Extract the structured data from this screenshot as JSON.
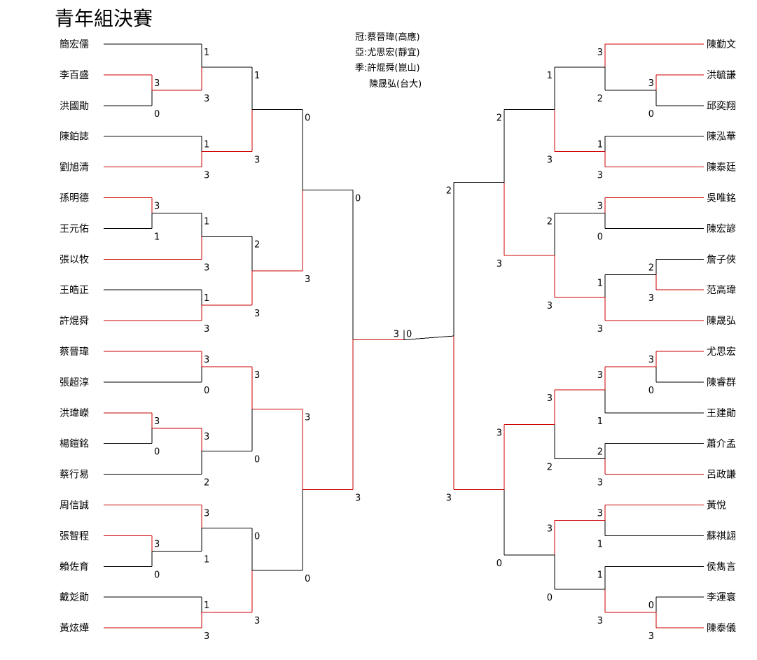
{
  "title": "青年組決賽",
  "results": [
    "冠:蔡晉瑋(高應)",
    "亞:尤思宏(靜宜)",
    "季:許焜舜(崑山)",
    "陳晟弘(台大)"
  ],
  "colors": {
    "winner_line": "#cc0000",
    "loser_line": "#000000"
  },
  "left_players": [
    "簡宏儒",
    "李百盛",
    "洪國勛",
    "陳鉑誌",
    "劉旭清",
    "孫明德",
    "王元佑",
    "張以牧",
    "王皓正",
    "許焜舜",
    "蔡晉瑋",
    "張超淳",
    "洪瑋嶸",
    "楊鎧銘",
    "蔡行易",
    "周信誠",
    "張智程",
    "賴佐育",
    "戴彣勛",
    "黃炫燁"
  ],
  "right_players": [
    "陳勤文",
    "洪毓謙",
    "邱奕翔",
    "陳泓華",
    "陳泰廷",
    "吳唯銘",
    "陳宏諺",
    "詹子俠",
    "范高瑋",
    "陳晟弘",
    "尤思宏",
    "陳睿群",
    "王建勛",
    "蕭介孟",
    "呂政謙",
    "黃悅",
    "蘇祺翃",
    "侯雋言",
    "李運寰",
    "陳泰儀"
  ],
  "left_pre_scores": [
    [
      "3",
      "0"
    ],
    [
      "3",
      "1"
    ],
    [
      "3",
      "0"
    ],
    [
      "3",
      "0"
    ]
  ],
  "left_r1_scores": [
    [
      "1",
      "3"
    ],
    [
      "1",
      "3"
    ],
    [
      "1",
      "3"
    ],
    [
      "1",
      "3"
    ],
    [
      "3",
      "0"
    ],
    [
      "3",
      "2"
    ],
    [
      "3",
      "1"
    ],
    [
      "1",
      "3"
    ]
  ],
  "left_r2_scores": [
    [
      "1",
      "3"
    ],
    [
      "2",
      "3"
    ],
    [
      "3",
      "0"
    ],
    [
      "0",
      "3"
    ]
  ],
  "left_r3_scores": [
    [
      "0",
      "3"
    ],
    [
      "3",
      "0"
    ]
  ],
  "left_semi_scores": [
    "0",
    "3"
  ],
  "right_pre_scores": [
    [
      "3",
      "0"
    ],
    [
      "2",
      "3"
    ],
    [
      "3",
      "0"
    ],
    [
      "0",
      "3"
    ]
  ],
  "right_r1_scores": [
    [
      "3",
      "2"
    ],
    [
      "1",
      "3"
    ],
    [
      "3",
      "0"
    ],
    [
      "1",
      "3"
    ],
    [
      "3",
      "1"
    ],
    [
      "2",
      "3"
    ],
    [
      "3",
      "1"
    ],
    [
      "1",
      "3"
    ]
  ],
  "right_r2_scores": [
    [
      "1",
      "3"
    ],
    [
      "2",
      "3"
    ],
    [
      "3",
      "2"
    ],
    [
      "3",
      "0"
    ]
  ],
  "right_r3_scores": [
    [
      "2",
      "3"
    ],
    [
      "3",
      "0"
    ]
  ],
  "right_semi_scores": [
    "2",
    "3"
  ],
  "final_scores": [
    "3",
    "0"
  ]
}
